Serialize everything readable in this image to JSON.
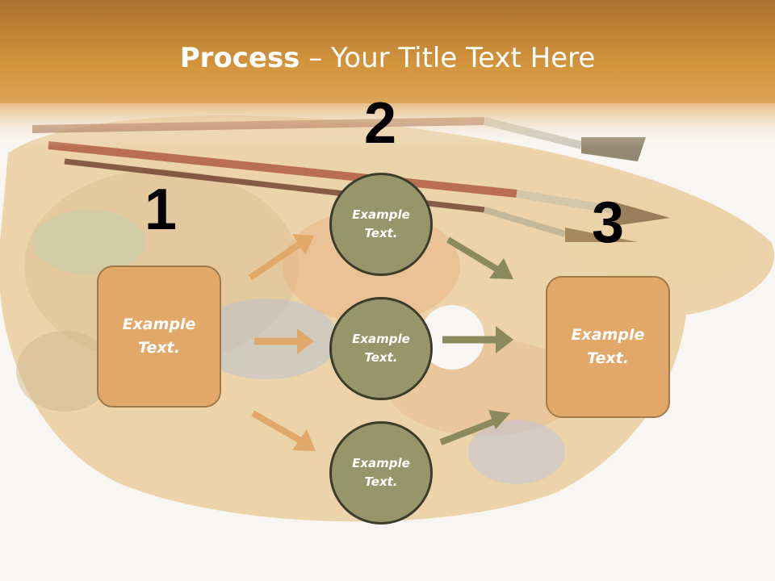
{
  "title": {
    "bold": "Process",
    "rest": " – Your Title Text Here"
  },
  "steps": [
    {
      "number": "1"
    },
    {
      "number": "2"
    },
    {
      "number": "3"
    }
  ],
  "nodes": {
    "left_box": "Example\nText.",
    "circle_top": "Example\nText.",
    "circle_mid": "Example\nText.",
    "circle_bottom": "Example\nText.",
    "right_box": "Example\nText."
  },
  "colors": {
    "header_band": "#d4953c",
    "box_fill": "#e2a869",
    "circle_fill": "#97966a",
    "arrow_orange": "#e2a869",
    "arrow_olive": "#8a8a5c"
  }
}
